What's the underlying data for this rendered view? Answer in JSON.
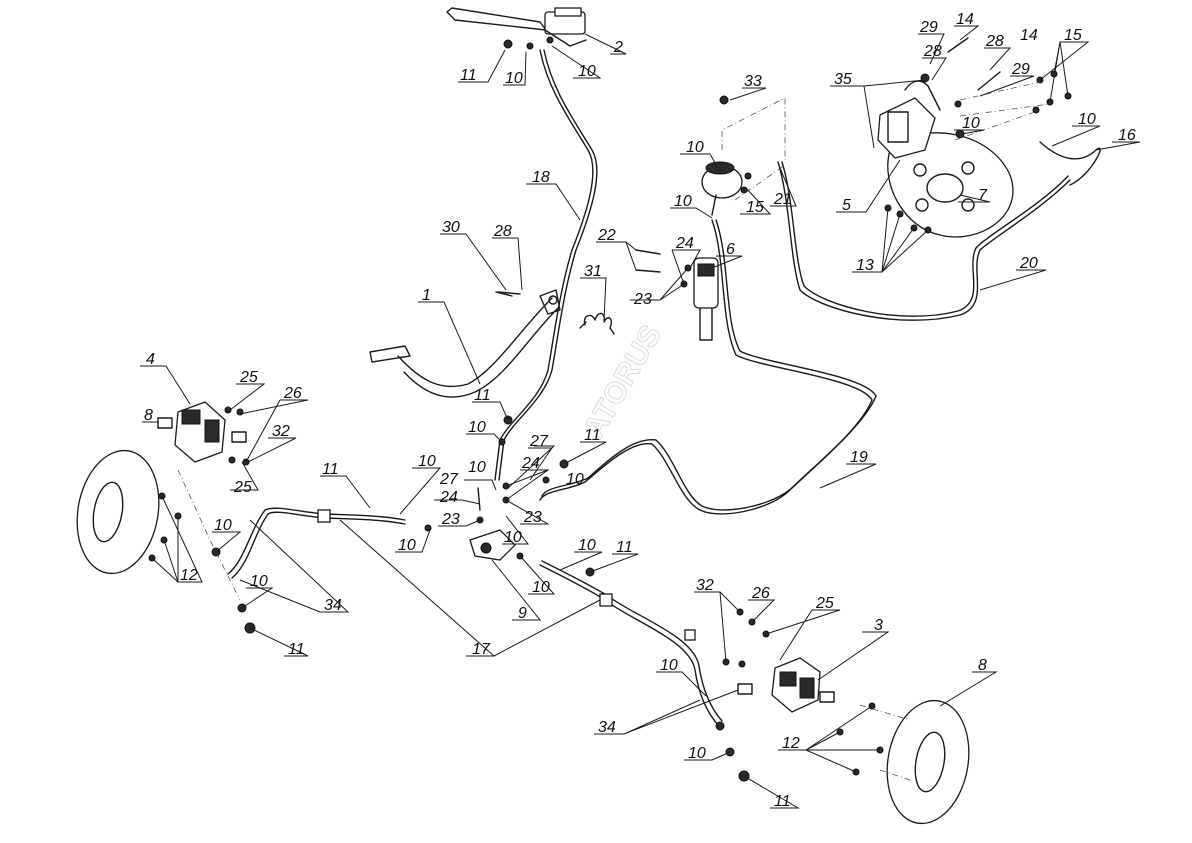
{
  "watermark": "ATORUS",
  "callouts": [
    {
      "id": "c2",
      "text": "2"
    },
    {
      "id": "c11a",
      "text": "11"
    },
    {
      "id": "c10a",
      "text": "10"
    },
    {
      "id": "c10b",
      "text": "10"
    },
    {
      "id": "c33",
      "text": "33"
    },
    {
      "id": "c29a",
      "text": "29"
    },
    {
      "id": "c14a",
      "text": "14"
    },
    {
      "id": "c28a",
      "text": "28"
    },
    {
      "id": "c28b",
      "text": "28"
    },
    {
      "id": "c14b",
      "text": "14"
    },
    {
      "id": "c15a",
      "text": "15"
    },
    {
      "id": "c35",
      "text": "35"
    },
    {
      "id": "c29b",
      "text": "29"
    },
    {
      "id": "c10c",
      "text": "10"
    },
    {
      "id": "c10d",
      "text": "10"
    },
    {
      "id": "c16",
      "text": "16"
    },
    {
      "id": "c10e",
      "text": "10"
    },
    {
      "id": "c18",
      "text": "18"
    },
    {
      "id": "c5",
      "text": "5"
    },
    {
      "id": "c7",
      "text": "7"
    },
    {
      "id": "c10f",
      "text": "10"
    },
    {
      "id": "c15b",
      "text": "15"
    },
    {
      "id": "c21",
      "text": "21"
    },
    {
      "id": "c30",
      "text": "30"
    },
    {
      "id": "c28c",
      "text": "28"
    },
    {
      "id": "c22",
      "text": "22"
    },
    {
      "id": "c24a",
      "text": "24"
    },
    {
      "id": "c6",
      "text": "6"
    },
    {
      "id": "c13",
      "text": "13"
    },
    {
      "id": "c20",
      "text": "20"
    },
    {
      "id": "c31",
      "text": "31"
    },
    {
      "id": "c23a",
      "text": "23"
    },
    {
      "id": "c1",
      "text": "1"
    },
    {
      "id": "c4",
      "text": "4"
    },
    {
      "id": "c25a",
      "text": "25"
    },
    {
      "id": "c26a",
      "text": "26"
    },
    {
      "id": "c11b",
      "text": "11"
    },
    {
      "id": "c8a",
      "text": "8"
    },
    {
      "id": "c32a",
      "text": "32"
    },
    {
      "id": "c10g",
      "text": "10"
    },
    {
      "id": "c27a",
      "text": "27"
    },
    {
      "id": "c11c",
      "text": "11"
    },
    {
      "id": "c25b",
      "text": "25"
    },
    {
      "id": "c10h",
      "text": "10"
    },
    {
      "id": "c24b",
      "text": "24"
    },
    {
      "id": "c10i",
      "text": "10"
    },
    {
      "id": "c19",
      "text": "19"
    },
    {
      "id": "c11d",
      "text": "11"
    },
    {
      "id": "c10j",
      "text": "10"
    },
    {
      "id": "c27b",
      "text": "27"
    },
    {
      "id": "c24c",
      "text": "24"
    },
    {
      "id": "c23b",
      "text": "23"
    },
    {
      "id": "c23c",
      "text": "23"
    },
    {
      "id": "c10k",
      "text": "10"
    },
    {
      "id": "c10l",
      "text": "10"
    },
    {
      "id": "c10m",
      "text": "10"
    },
    {
      "id": "c10n",
      "text": "10"
    },
    {
      "id": "c11e",
      "text": "11"
    },
    {
      "id": "c12a",
      "text": "12"
    },
    {
      "id": "c10o",
      "text": "10"
    },
    {
      "id": "c10p",
      "text": "10"
    },
    {
      "id": "c34a",
      "text": "34"
    },
    {
      "id": "c11f",
      "text": "11"
    },
    {
      "id": "c9",
      "text": "9"
    },
    {
      "id": "c17",
      "text": "17"
    },
    {
      "id": "c32b",
      "text": "32"
    },
    {
      "id": "c26b",
      "text": "26"
    },
    {
      "id": "c25c",
      "text": "25"
    },
    {
      "id": "c3",
      "text": "3"
    },
    {
      "id": "c10q",
      "text": "10"
    },
    {
      "id": "c8b",
      "text": "8"
    },
    {
      "id": "c34b",
      "text": "34"
    },
    {
      "id": "c12b",
      "text": "12"
    },
    {
      "id": "c10r",
      "text": "10"
    },
    {
      "id": "c11g",
      "text": "11"
    }
  ]
}
